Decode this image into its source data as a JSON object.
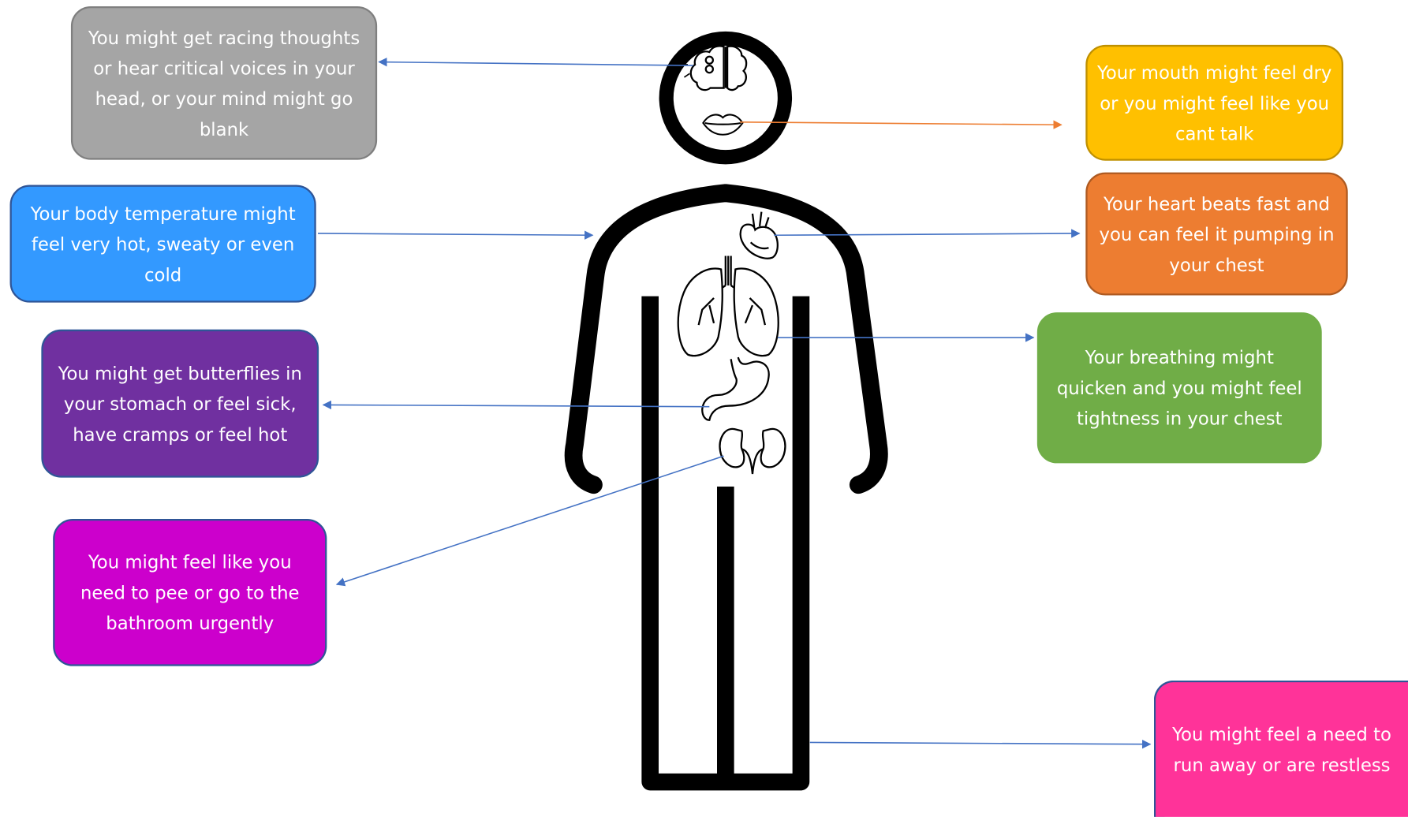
{
  "boxes": {
    "thoughts": {
      "text": "You might get racing thoughts or hear critical voices in your head, or your mind might go blank",
      "color": "#a5a5a5",
      "border": "#7f7f7f"
    },
    "mouth": {
      "text": "Your mouth might feel dry or you might feel like you cant talk",
      "color": "#ffc000",
      "border": "#bf9000"
    },
    "temperature": {
      "text": "Your body temperature might feel very hot, sweaty or even cold",
      "color": "#3399ff",
      "border": "#2f5597"
    },
    "heart": {
      "text": "Your heart beats fast and you can feel it pumping in your chest",
      "color": "#ed7d31",
      "border": "#ae5a21"
    },
    "breathing": {
      "text": "Your breathing might quicken and you might feel tightness in your chest",
      "color": "#70ad47",
      "border": "#70ad47"
    },
    "stomach": {
      "text": "You might get butterflies in your stomach or feel sick, have cramps or feel hot",
      "color": "#7030a0",
      "border": "#2f5597"
    },
    "bathroom": {
      "text": "You might feel like you need to pee or go to the bathroom urgently",
      "color": "#cc00cc",
      "border": "#2f5597"
    },
    "restless": {
      "text": "You might feel a need to run away or are restless",
      "color": "#ff3399",
      "border": "#2f5597"
    }
  },
  "colors": {
    "figure": "#000000",
    "arrow_blue": "#4472c4",
    "arrow_orange": "#ed7d31"
  }
}
